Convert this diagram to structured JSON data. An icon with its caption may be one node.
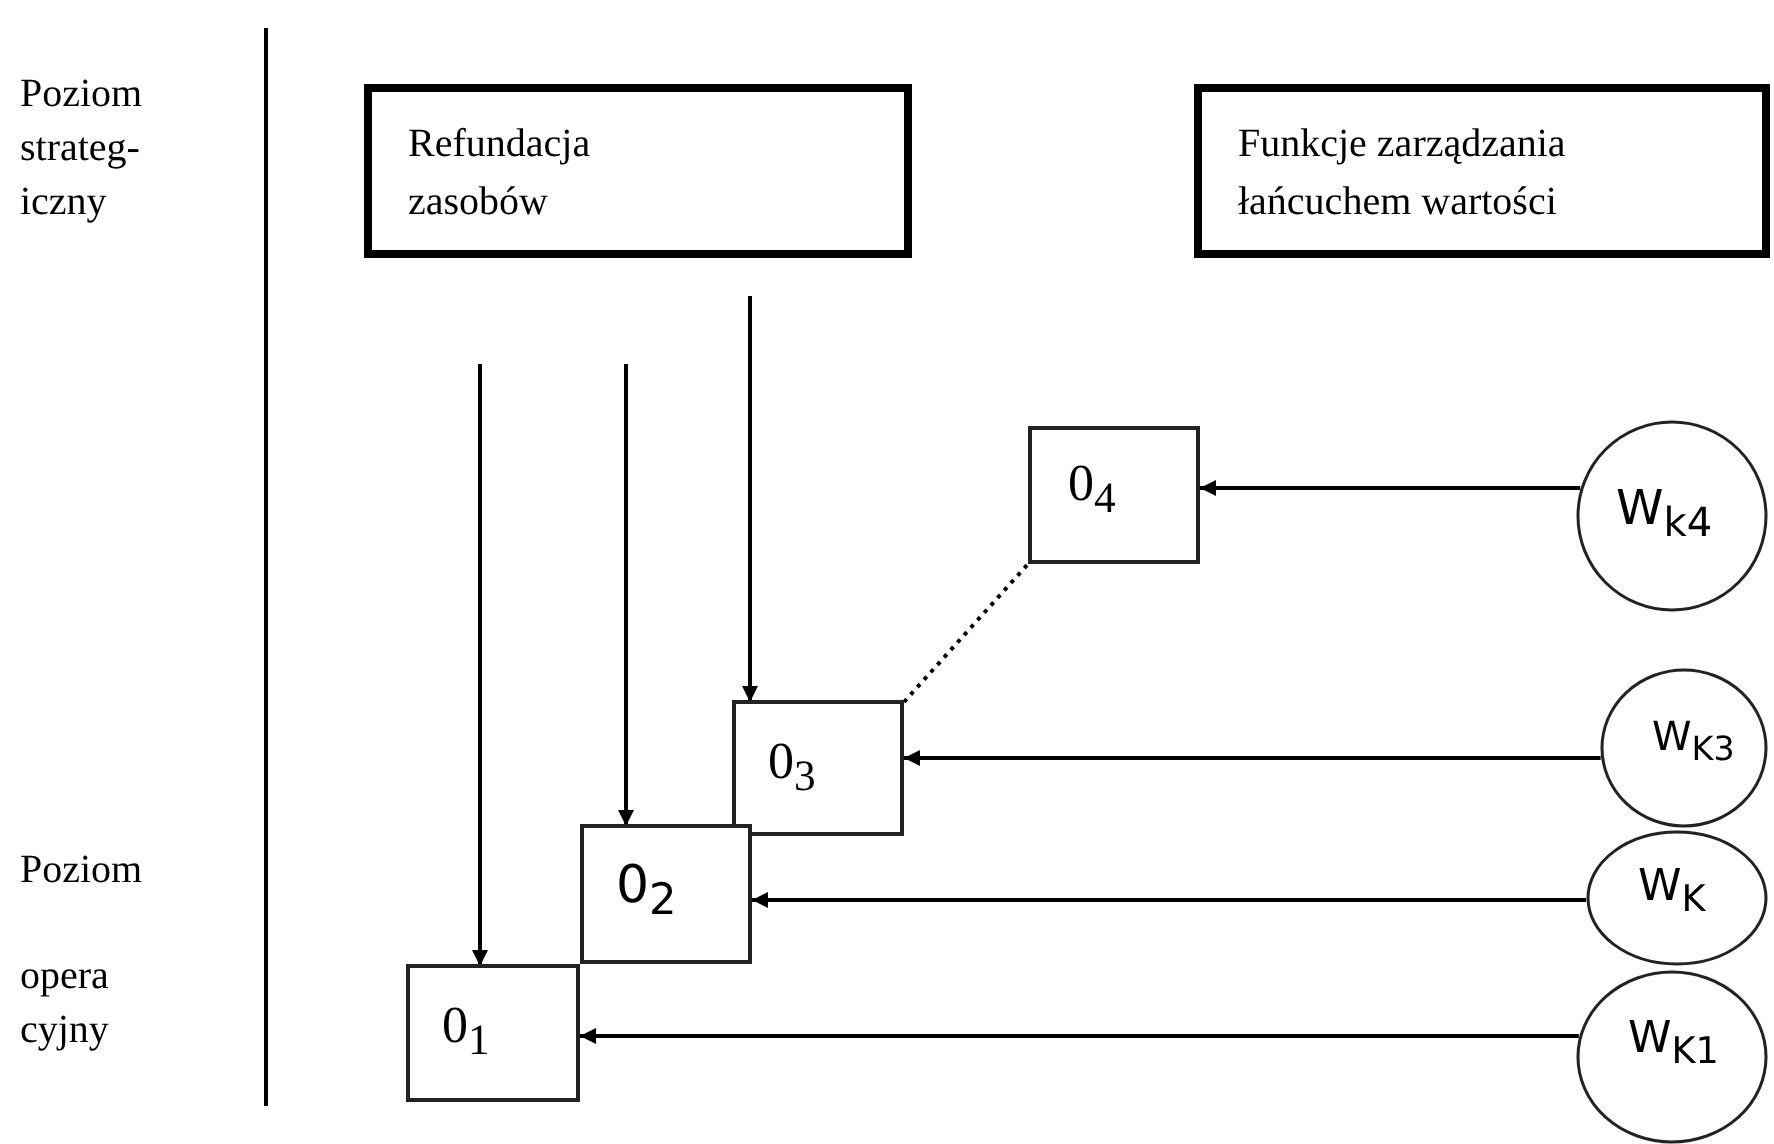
{
  "diagram": {
    "nodes": [
      {
        "text": [
          "Refundacja zasobów"
        ]
      },
      {
        "text": [
          "Funkcje zarządzania łańcuchem wartości"
        ]
      },
      {
        "text": [
          "0$_{4}$"
        ]
      },
      {
        "text": [
          "W$_{k4}$"
        ]
      },
      {
        "text": [
          "0$_{3}$"
        ]
      },
      {
        "text": [
          "W$_{K3}$"
        ]
      },
      {
        "text": [
          "0$_{2}$"
        ]
      },
      {
        "text": [
          "W$_{K}$"
        ]
      },
      {
        "text": [
          "0$_{1}$"
        ]
      },
      {
        "text": [
          "W$_{K1}$"
        ]
      }
    ],
    "edges": [
      {
        "from": null,
        "to": 8,
        "arrow": "to"
      },
      {
        "from": null,
        "to": 6,
        "arrow": "to"
      },
      {
        "from": null,
        "to": 4,
        "arrow": "to"
      },
      {
        "from": 3,
        "to": 2,
        "arrow": "to"
      },
      {
        "from": 4,
        "to": 2,
        "arrow": "none",
        "style": "dashed"
      },
      {
        "from": 5,
        "to": 4,
        "arrow": "to"
      },
      {
        "from": 7,
        "to": 6,
        "arrow": "to"
      },
      {
        "from": 9,
        "to": 8,
        "arrow": "to"
      }
    ],
    "labels": [
      "Poziom strateg- iczny",
      "Poziom",
      "opera cyjny"
    ]
  }
}
